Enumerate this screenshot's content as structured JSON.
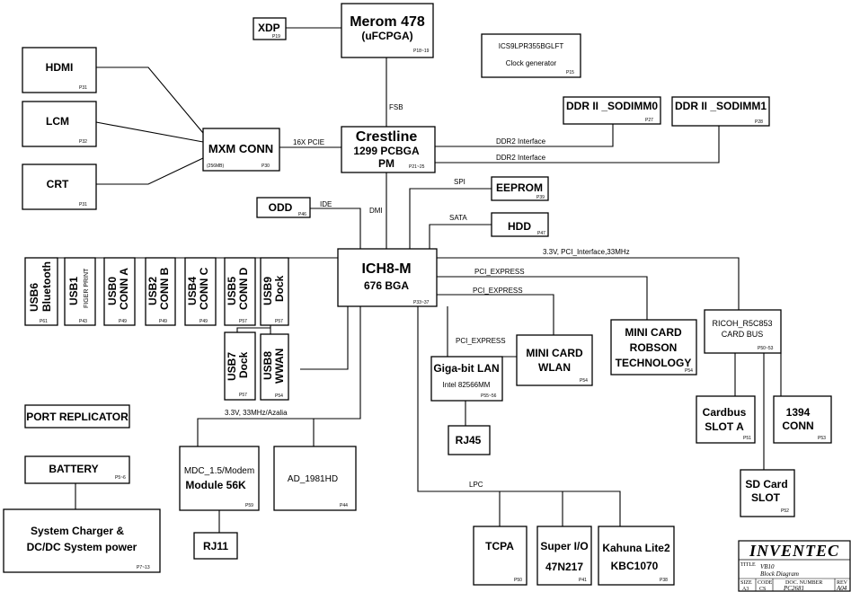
{
  "blocks": {
    "xdp": {
      "name": "XDP",
      "page": "P19"
    },
    "merom": {
      "name": "Merom 478",
      "sub": "(uFCPGA)",
      "page": "P18~19"
    },
    "clock": {
      "name": "ICS9LPR355BGLFT",
      "sub": "Clock generator",
      "page": "P15"
    },
    "hdmi": {
      "name": "HDMI",
      "page": "P31"
    },
    "lcm": {
      "name": "LCM",
      "page": "P32"
    },
    "crt": {
      "name": "CRT",
      "page": "P31"
    },
    "mxm": {
      "name": "MXM CONN",
      "sub": "(256MB)",
      "page": "P30"
    },
    "crestline": {
      "name": "Crestline",
      "sub1": "1299 PCBGA",
      "sub2": "PM",
      "page": "P21~25"
    },
    "ddr0": {
      "name": "DDR II _SODIMM0",
      "page": "P27"
    },
    "ddr1": {
      "name": "DDR II _SODIMM1",
      "page": "P28"
    },
    "eeprom": {
      "name": "EEPROM",
      "page": "P39"
    },
    "odd": {
      "name": "ODD",
      "page": "P46"
    },
    "hdd": {
      "name": "HDD",
      "page": "P47"
    },
    "ich8": {
      "name": "ICH8-M",
      "sub": "676 BGA",
      "page": "P33~37"
    },
    "usb6": {
      "name": "USB6",
      "sub": "Bluetooth",
      "page": "P61"
    },
    "usb1": {
      "name": "USB1",
      "sub": "FIGER PRINT",
      "page": "P43"
    },
    "usb0": {
      "name": "USB0",
      "sub": "CONN A",
      "page": "P49"
    },
    "usb2": {
      "name": "USB2",
      "sub": "CONN B",
      "page": "P49"
    },
    "usb4": {
      "name": "USB4",
      "sub": "CONN C",
      "page": "P49"
    },
    "usb5": {
      "name": "USB5",
      "sub": "CONN D",
      "page": "P57"
    },
    "usb9": {
      "name": "USB9",
      "sub": "Dock",
      "page": "P57"
    },
    "usb7": {
      "name": "USB7",
      "sub": "Dock",
      "page": "P57"
    },
    "usb8": {
      "name": "USB8",
      "sub": "WWAN",
      "page": "P54"
    },
    "gbe": {
      "name": "Giga-bit LAN",
      "sub": "Intel 82566MM",
      "page": "P55~56"
    },
    "rj45": {
      "name": "RJ45"
    },
    "wlan": {
      "name": "MINI CARD",
      "sub": "WLAN",
      "page": "P54"
    },
    "robson": {
      "name": "MINI CARD",
      "sub1": "ROBSON",
      "sub2": "TECHNOLOGY",
      "page": "P54"
    },
    "ricoh": {
      "name": "RICOH_R5C853",
      "sub": "CARD BUS",
      "page": "P50~53"
    },
    "cardbus": {
      "name": "Cardbus",
      "sub": "SLOT A",
      "page": "P51"
    },
    "ieee1394": {
      "name": "1394",
      "sub": "CONN",
      "page": "P53"
    },
    "sdcard": {
      "name": "SD Card",
      "sub": "SLOT",
      "page": "P52"
    },
    "portrep": {
      "name": "PORT REPLICATOR"
    },
    "battery": {
      "name": "BATTERY",
      "page": "P5~6"
    },
    "charger": {
      "name": "System Charger &",
      "sub": "DC/DC System power",
      "page": "P7~13"
    },
    "mdc": {
      "name": "MDC_1.5/Modem",
      "sub": "Module 56K",
      "page": "P59"
    },
    "ad1981": {
      "name": "AD_1981HD",
      "page": "P44"
    },
    "rj11": {
      "name": "RJ11"
    },
    "tcpa": {
      "name": "TCPA",
      "page": "P50"
    },
    "superio": {
      "name": "Super I/O",
      "sub": "47N217",
      "page": "P41"
    },
    "kahuna": {
      "name": "Kahuna Lite2",
      "sub": "KBC1070",
      "page": "P38"
    }
  },
  "buses": {
    "fsb": "FSB",
    "pcie16": "16X  PCIE",
    "ddr2_a": "DDR2 Interface",
    "ddr2_b": "DDR2 Interface",
    "spi": "SPI",
    "ide": "IDE",
    "dmi": "DMI",
    "sata": "SATA",
    "pci_if": "3.3V, PCI_Interface,33MHz",
    "pcie_a": "PCI_EXPRESS",
    "pcie_b": "PCI_EXPRESS",
    "pcie_c": "PCI_EXPRESS",
    "azalia": "3.3V, 33MHz/Azalia",
    "lpc": "LPC"
  },
  "title_block": {
    "company": "INVENTEC",
    "title_label": "TITLE",
    "title": "VB10",
    "subtitle": "Block Diagram",
    "size_label": "SIZE",
    "size": "A3",
    "code_label": "CODE",
    "code": "CS",
    "doc_label": "DOC. NUMBER",
    "doc": "PC2681",
    "rev_label": "REV",
    "rev": "A04"
  }
}
